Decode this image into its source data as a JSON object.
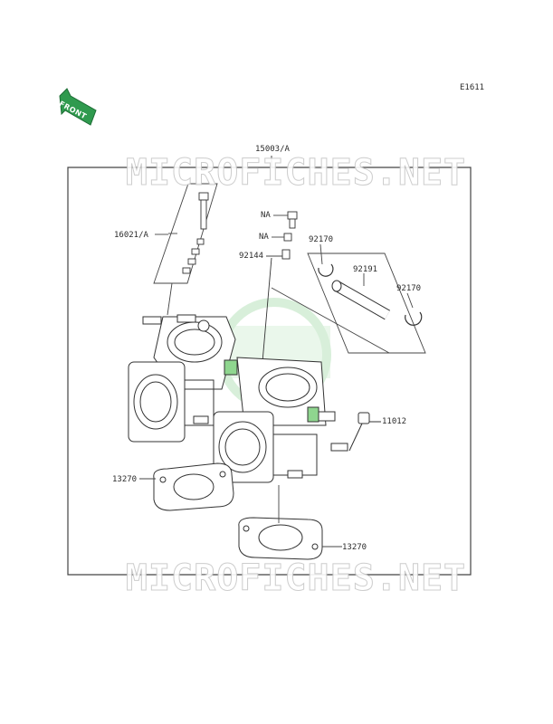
{
  "diagram": {
    "code": "E1611",
    "front_label": "FRONT",
    "watermark": "MICROFICHES.NET",
    "parts": [
      {
        "label": "15003/A"
      },
      {
        "label": "16021/A"
      },
      {
        "label": "NA"
      },
      {
        "label": "NA"
      },
      {
        "label": "92144"
      },
      {
        "label": "92170"
      },
      {
        "label": "92191"
      },
      {
        "label": "92170"
      },
      {
        "label": "11012"
      },
      {
        "label": "13270"
      },
      {
        "label": "13270"
      }
    ]
  },
  "colors": {
    "line": "#555555",
    "highlight": "#8fd68f",
    "logo": "#b9e3bd",
    "front_badge": "#2f9a4e"
  }
}
